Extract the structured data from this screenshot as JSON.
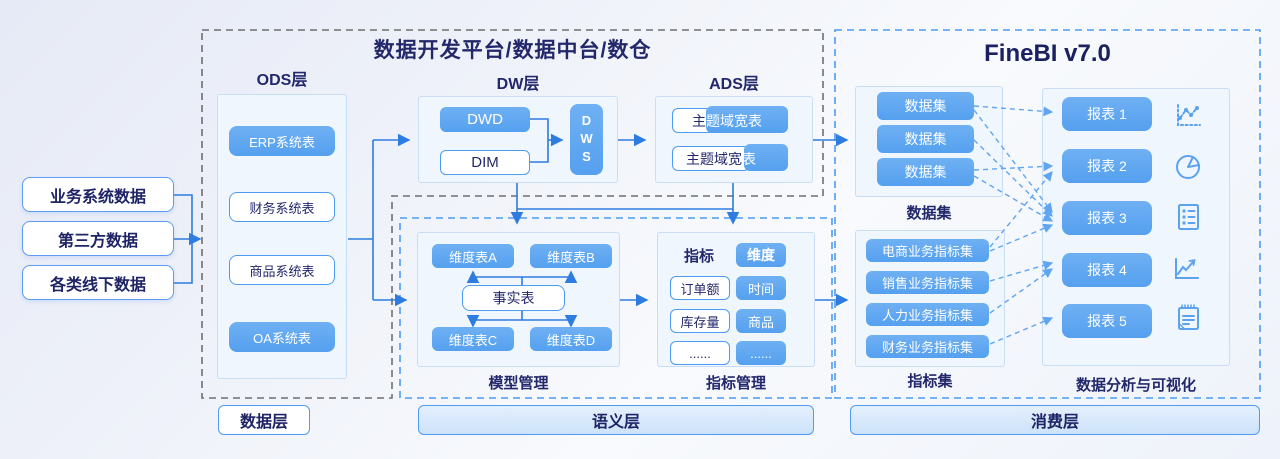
{
  "titles": {
    "platform": "数据开发平台/数据中台/数仓",
    "finebi": "FineBI v7.0"
  },
  "sources": {
    "items": [
      {
        "label": "业务系统数据"
      },
      {
        "label": "第三方数据"
      },
      {
        "label": "各类线下数据"
      }
    ]
  },
  "ods": {
    "title": "ODS层",
    "items": [
      {
        "label": "ERP系统表"
      },
      {
        "label": "财务系统表"
      },
      {
        "label": "商品系统表"
      },
      {
        "label": "OA系统表"
      }
    ]
  },
  "dw": {
    "title": "DW层",
    "dwd": "DWD",
    "dim": "DIM",
    "dws": "DWS"
  },
  "ads": {
    "title": "ADS层",
    "rows": [
      {
        "white_part": "主",
        "blue_part": "题域宽表"
      },
      {
        "white_part": "主题域宽",
        "blue_part": "表"
      }
    ]
  },
  "model": {
    "label": "模型管理",
    "dim_a": "维度表A",
    "dim_b": "维度表B",
    "fact": "事实表",
    "dim_c": "维度表C",
    "dim_d": "维度表D"
  },
  "metrics": {
    "label": "指标管理",
    "left_header": "指标",
    "right_header": "维度",
    "left_items": [
      {
        "label": "订单额"
      },
      {
        "label": "库存量"
      },
      {
        "label": "......"
      }
    ],
    "right_items": [
      {
        "label": "时间"
      },
      {
        "label": "商品"
      },
      {
        "label": "......"
      }
    ]
  },
  "datasets": {
    "label": "数据集",
    "items": [
      {
        "label": "数据集"
      },
      {
        "label": "数据集"
      },
      {
        "label": "数据集"
      }
    ]
  },
  "metric_sets": {
    "label": "指标集",
    "items": [
      {
        "label": "电商业务指标集"
      },
      {
        "label": "销售业务指标集"
      },
      {
        "label": "人力业务指标集"
      },
      {
        "label": "财务业务指标集"
      }
    ]
  },
  "reports": {
    "label": "数据分析与可视化",
    "items": [
      {
        "label": "报表 1",
        "icon": "dot-line-chart-icon"
      },
      {
        "label": "报表 2",
        "icon": "pie-chart-icon"
      },
      {
        "label": "报表 3",
        "icon": "list-icon"
      },
      {
        "label": "报表 4",
        "icon": "trend-chart-icon"
      },
      {
        "label": "报表 5",
        "icon": "notepad-icon"
      }
    ]
  },
  "layers": {
    "data": "数据层",
    "semantic": "语义层",
    "consumption": "消费层"
  },
  "colors": {
    "accent_blue": "#55A0EF",
    "border_blue": "#4D9BF5",
    "navy_text": "#23286B",
    "panel_bg": "#EFF6FE",
    "dashed_gray": "#6F6F6F",
    "arrow_blue": "#2E7CE0"
  }
}
